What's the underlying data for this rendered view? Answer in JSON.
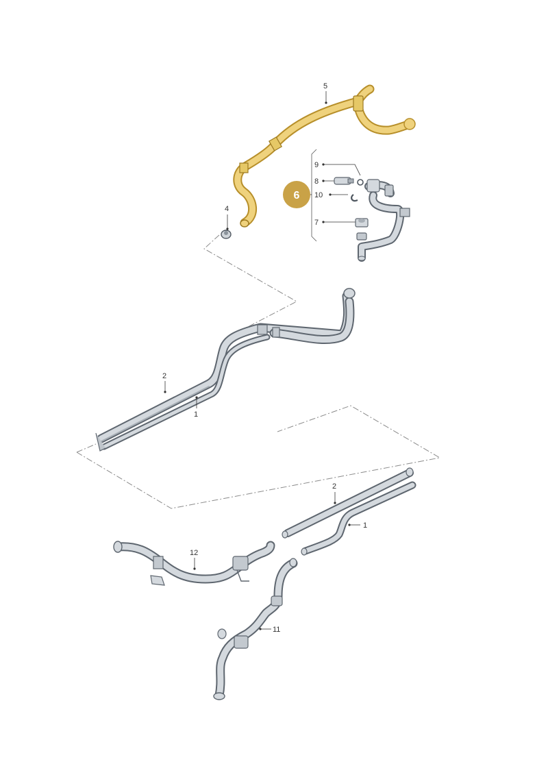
{
  "diagram": {
    "highlight_color": "#efd27d",
    "badge_color": "#c9a247",
    "hose_color": "#d4d9de",
    "callouts": {
      "c1_mid": "1",
      "c2_mid": "2",
      "c2_low": "2",
      "c1_low": "1",
      "c4": "4",
      "c5": "5",
      "c7": "7",
      "c8": "8",
      "c9": "9",
      "c10": "10",
      "c11": "11",
      "c12": "12"
    },
    "badge": {
      "label": "6"
    }
  }
}
